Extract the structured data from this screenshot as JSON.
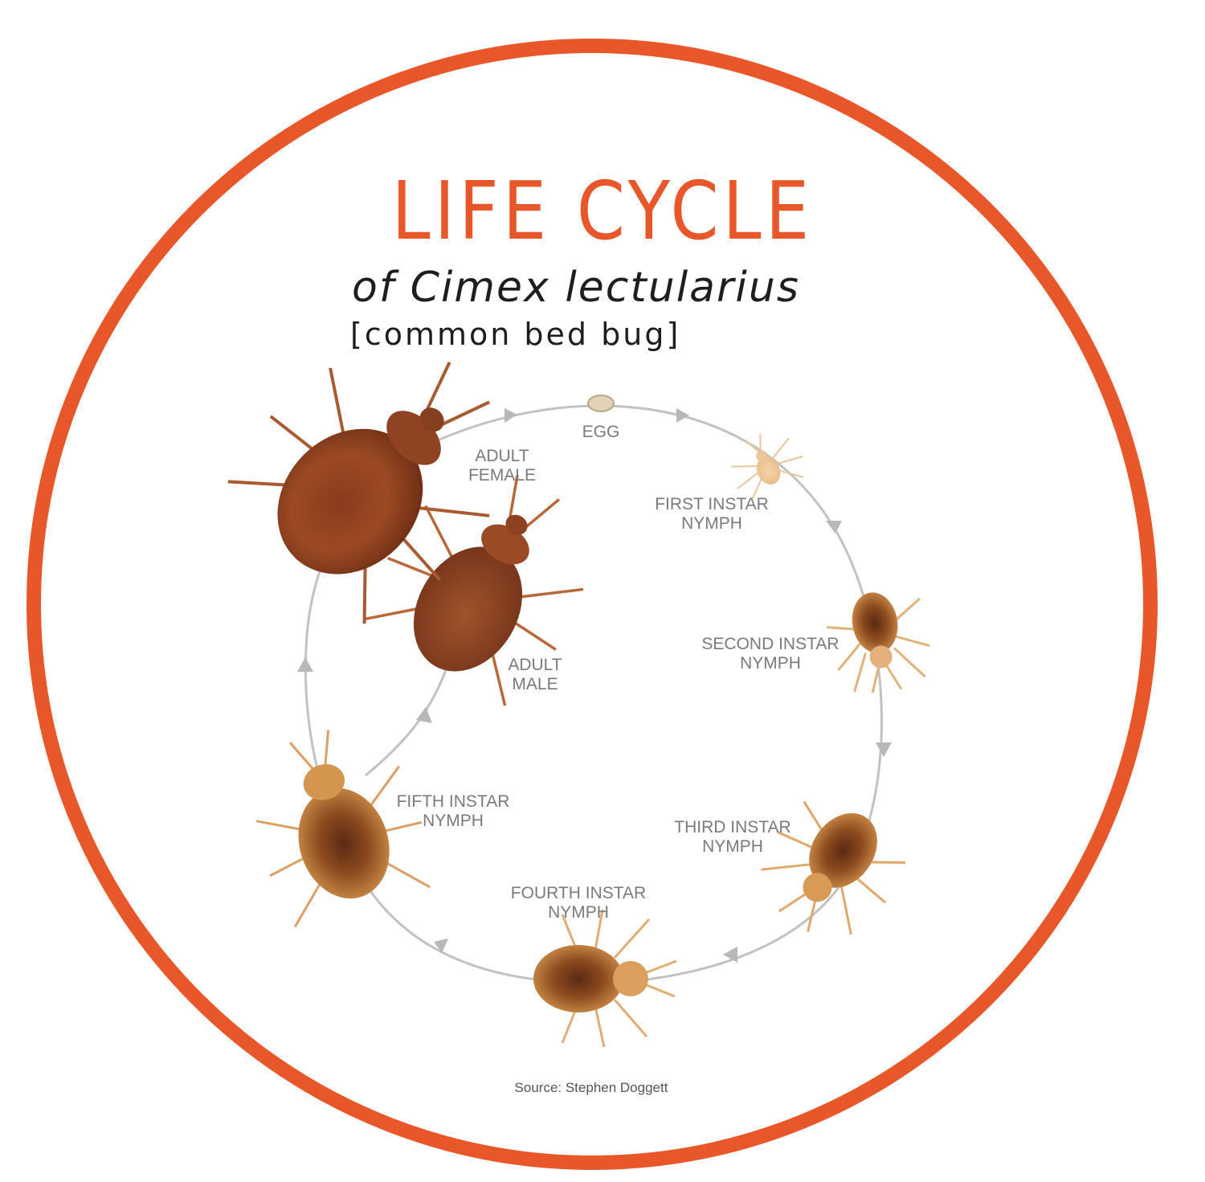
{
  "title": "LIFE CYCLE",
  "subtitle": "of Cimex lectularius",
  "common_name": "[common bed bug]",
  "stages": {
    "egg": "EGG",
    "first": "FIRST INSTAR\nNYMPH",
    "second": "SECOND INSTAR\nNYMPH",
    "third": "THIRD INSTAR\nNYMPH",
    "fourth": "FOURTH INSTAR\nNYMPH",
    "fifth": "FIFTH INSTAR\nNYMPH",
    "male": "ADULT\nMALE",
    "female": "ADULT\nFEMALE"
  },
  "source": "Source: Stephen Doggett",
  "colors": {
    "ring": "#e8572a",
    "title": "#e8572a",
    "arrow": "#b8b8b8",
    "label": "#7a7a7a"
  }
}
